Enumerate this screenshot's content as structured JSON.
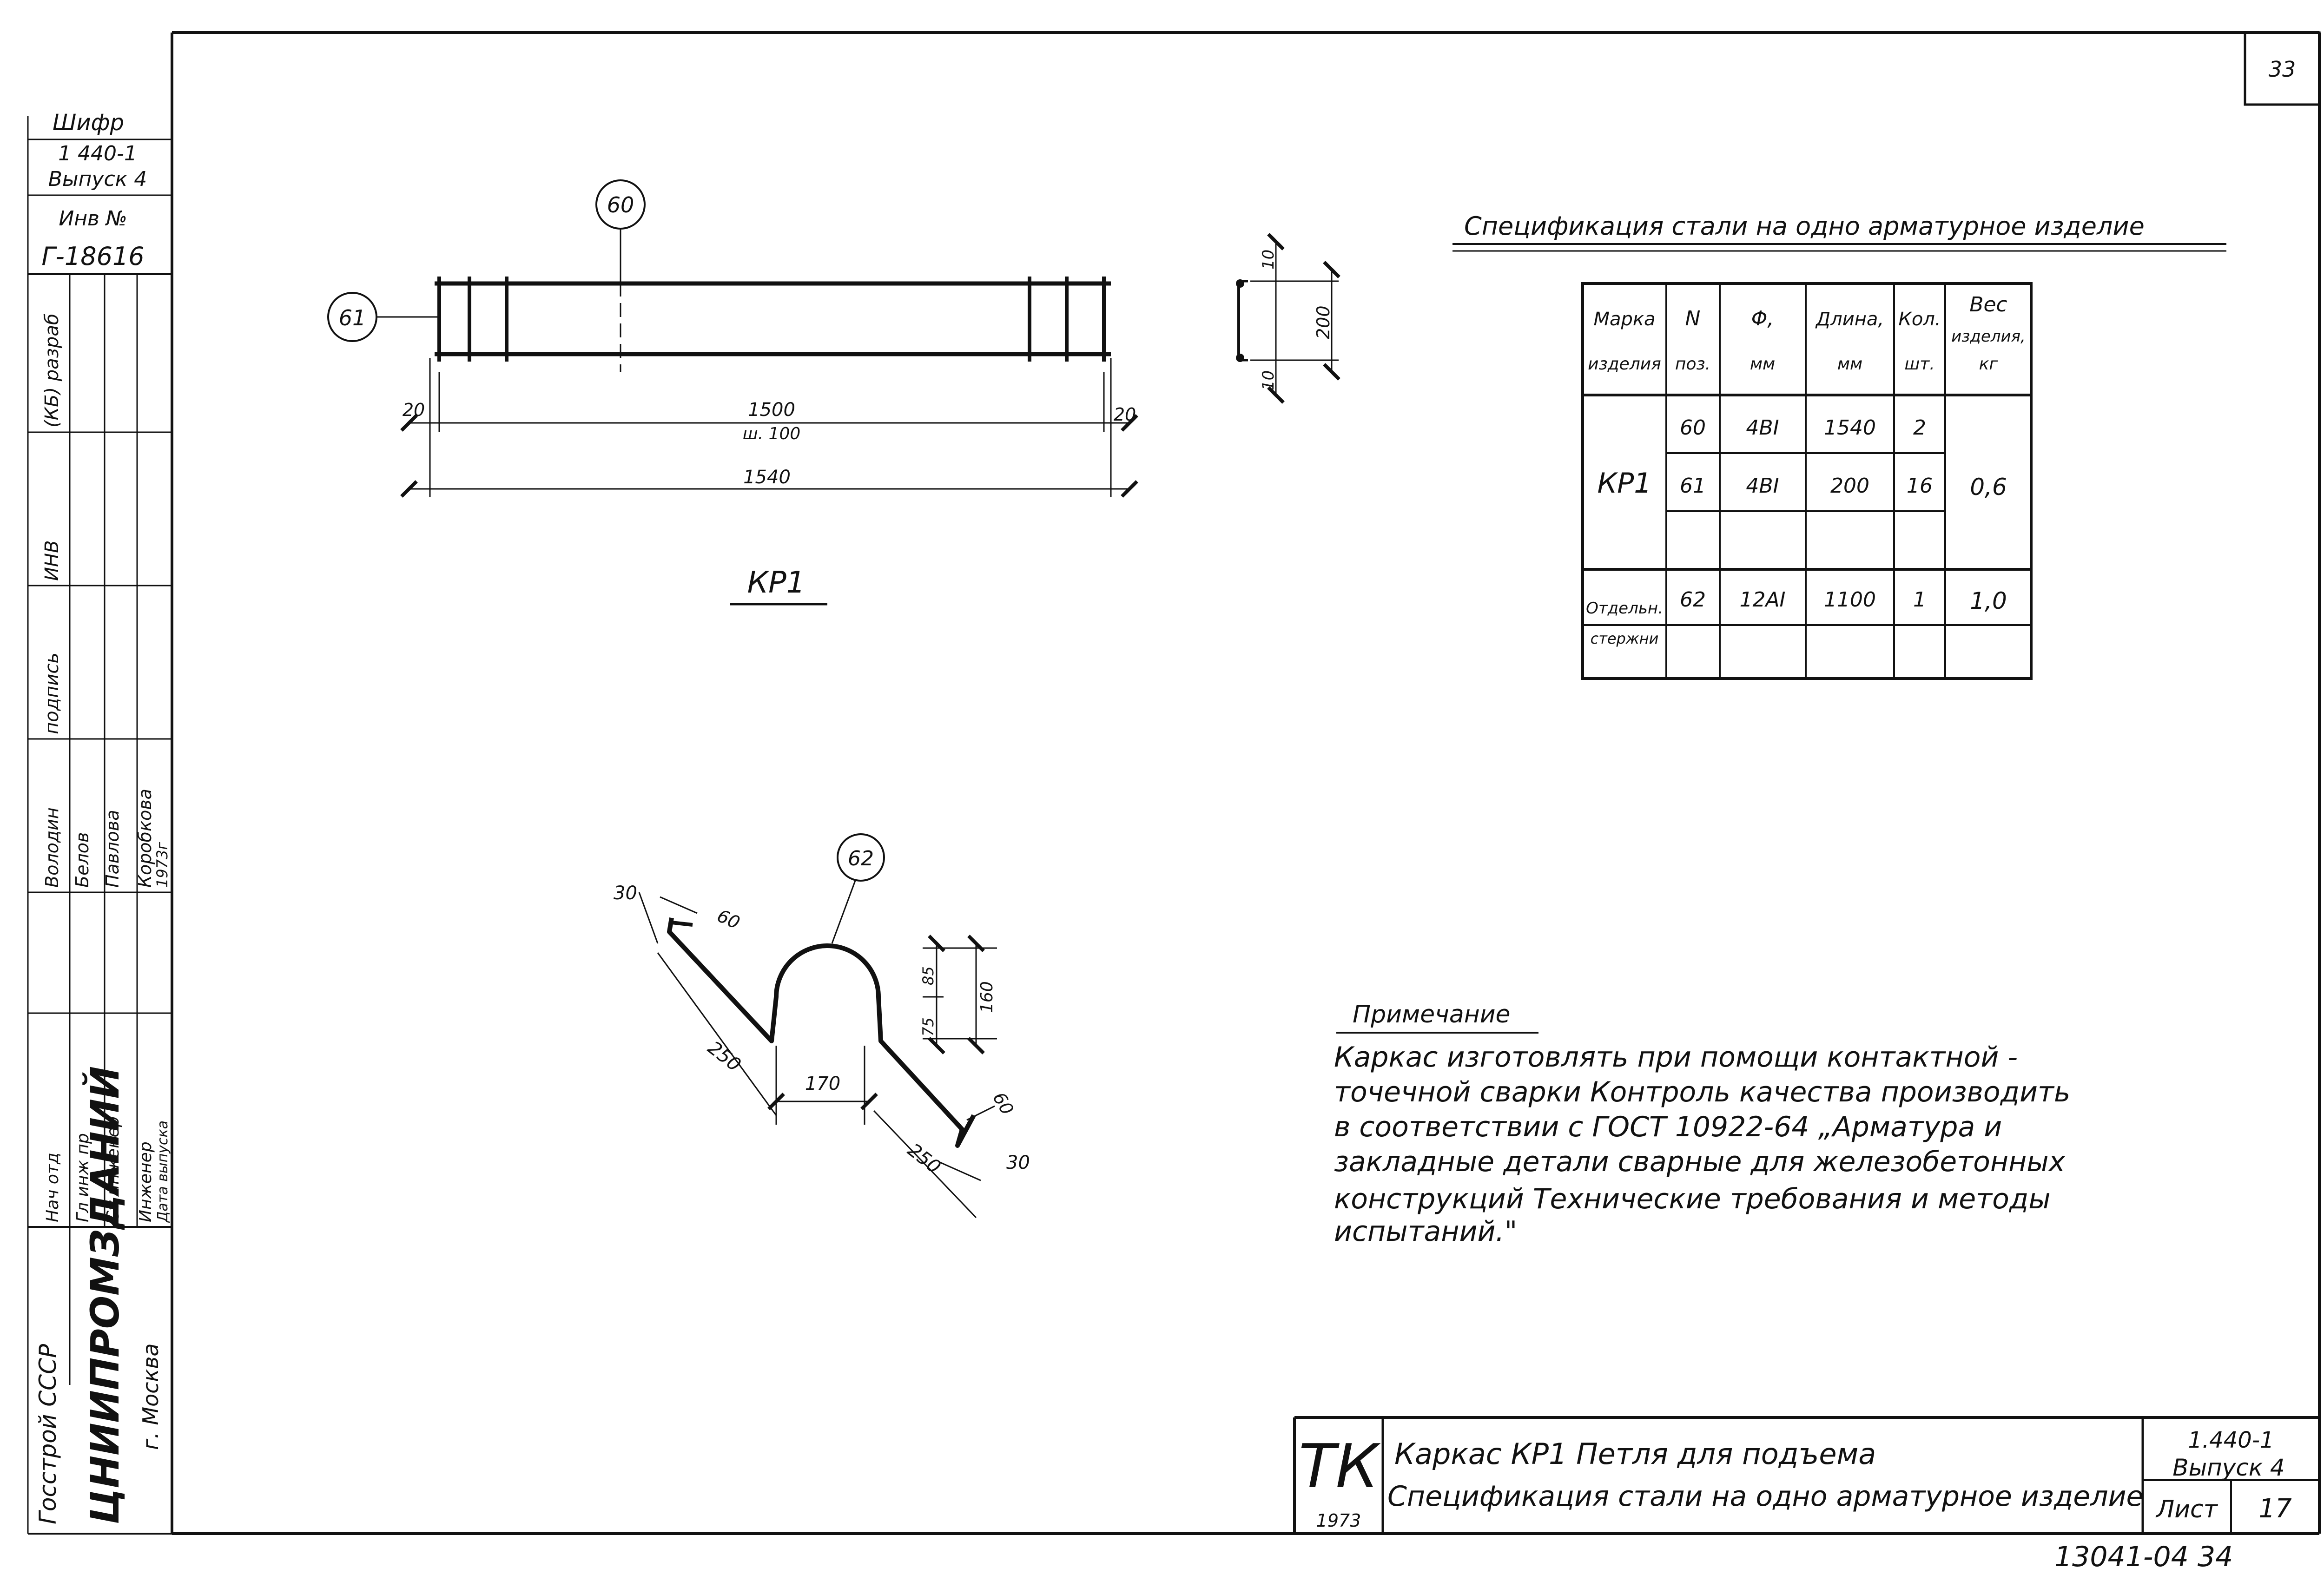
{
  "page_number": "33",
  "bottom_code": "13041-04  34",
  "left_stamp": {
    "code_label": "Шифр",
    "code": "1 440-1",
    "issue": "Выпуск 4",
    "inv_label": "Инв №",
    "inv": "Г-18616",
    "col1_top": "(КБ) разраб",
    "col2_top": "ИНВ",
    "col3_top": "подпись",
    "roles": [
      "Нач отд",
      "Гл инж пр",
      "Ст инженер",
      "Инженер",
      "Дата выпуска"
    ],
    "names": [
      "Володин",
      "Белов",
      "Павлова",
      "Коробкова",
      "1973г"
    ],
    "org": "ЦНИИПРОМЗДАНИЙ",
    "org_city": "г. Москва",
    "ministry": "Госстрой СССР"
  },
  "drawing_kr1": {
    "label": "КР1",
    "callout_top": "60",
    "callout_left": "61",
    "dim_left": "20",
    "dim_mid": "1500",
    "dim_mid_sub": "ш. 100",
    "dim_right": "20",
    "dim_total": "1540"
  },
  "section": {
    "dim_top": "10",
    "dim_mid": "200",
    "dim_bot": "10"
  },
  "loop_62": {
    "callout": "62",
    "d30_top": "30",
    "d60_top": "60",
    "d250_left": "250",
    "d170": "170",
    "d250_right": "250",
    "d60_right": "60",
    "d30_right": "30",
    "d75": "75",
    "d85": "85",
    "d160": "160"
  },
  "spec": {
    "title": "Спецификация стали на одно арматурное изделие",
    "headers": [
      [
        "Марка",
        "изделия"
      ],
      [
        "N",
        "поз."
      ],
      [
        "Φ,",
        "мм"
      ],
      [
        "Длина,",
        "мм"
      ],
      [
        "Кол.",
        "шт."
      ],
      [
        "Вес",
        "изделия,",
        "кг"
      ]
    ],
    "group1_mark": "КР1",
    "rows": [
      {
        "pos": "60",
        "dia": "4BI",
        "len": "1540",
        "qty": "2"
      },
      {
        "pos": "61",
        "dia": "4BI",
        "len": "200",
        "qty": "16"
      }
    ],
    "group1_weight": "0,6",
    "group2_mark": [
      "Отдельн.",
      "стержни"
    ],
    "row3": {
      "pos": "62",
      "dia": "12AI",
      "len": "1100",
      "qty": "1",
      "weight": "1,0"
    }
  },
  "note": {
    "title": "Примечание",
    "lines": [
      "Каркас изготовлять при помощи контактной -",
      "точечной сварки Контроль качества производить",
      "в соответствии с ГОСТ 10922-64 „Арматура и",
      "закладные детали сварные для железобетонных",
      "конструкций Технические требования и методы",
      "испытаний.\""
    ]
  },
  "title_block": {
    "logo": "ТК",
    "year": "1973",
    "line1": "Каркас КР1   Петля для подъема",
    "line2": "Спецификация стали на одно арматурное изделие",
    "series": "1.440-1",
    "issue": "Выпуск 4",
    "sheet_label": "Лист",
    "sheet_no": "17"
  }
}
